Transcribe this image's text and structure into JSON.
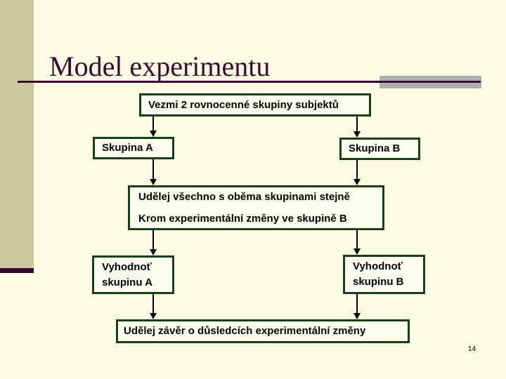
{
  "slide": {
    "title": "Model experimentu",
    "page_number": "14"
  },
  "colors": {
    "background": "#FBFBE1",
    "sidebar_olive": "#C9C99B",
    "accent_purple": "#38092F",
    "title_purple": "#3B0A32",
    "box_border_green": "#164016",
    "box_fill": "#FDFDF0",
    "gray_bar": "#AFAFAF",
    "text_black": "#000000"
  },
  "flowchart": {
    "top_box": {
      "label": "Vezmi 2 rovnocenné skupiny subjektů"
    },
    "group_a_box": {
      "label": "Skupina A"
    },
    "group_b_box": {
      "label": "Skupina B"
    },
    "treatment_box": {
      "line1": "Udělej všechno s oběma skupinami stejně",
      "line2": "Krom experimentální změny ve skupině B"
    },
    "evaluate_a_box": {
      "line1": "Vyhodnoť",
      "line2": "skupinu A"
    },
    "evaluate_b_box": {
      "line1": "Vyhodnoť",
      "line2": "skupinu B"
    },
    "conclusion_box": {
      "label": "Udělej závěr o důsledcích experimentální změny"
    }
  }
}
